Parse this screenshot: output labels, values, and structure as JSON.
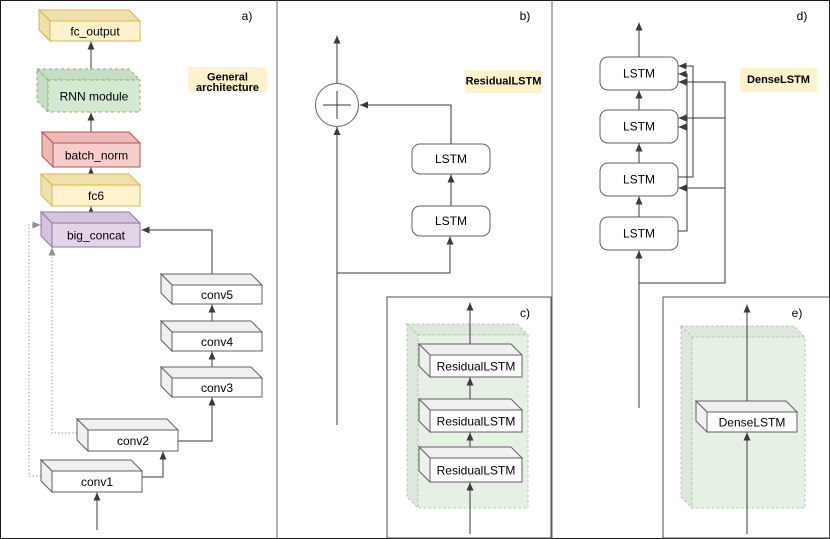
{
  "figure": {
    "panel_a": {
      "tag": "a)",
      "title_line1": "General",
      "title_line2": "architecture",
      "fc_output": "fc_output",
      "rnn_module": "RNN module",
      "batch_norm": "batch_norm",
      "fc6": "fc6",
      "big_concat": "big_concat",
      "conv5": "conv5",
      "conv4": "conv4",
      "conv3": "conv3",
      "conv2": "conv2",
      "conv1": "conv1"
    },
    "panel_b": {
      "tag": "b)",
      "title": "ResidualLSTM",
      "lstm_upper": "LSTM",
      "lstm_lower": "LSTM"
    },
    "panel_c": {
      "tag": "c)",
      "stack_top": "ResidualLSTM",
      "stack_middle": "ResidualLSTM",
      "stack_bottom": "ResidualLSTM"
    },
    "panel_d": {
      "tag": "d)",
      "title": "DenseLSTM",
      "lstm_4": "LSTM",
      "lstm_3": "LSTM",
      "lstm_2": "LSTM",
      "lstm_1": "LSTM"
    },
    "panel_e": {
      "tag": "e)",
      "module": "DenseLSTM"
    },
    "icons": {
      "sum_operator": "plus-circle"
    },
    "colors": {
      "label_highlight": "#FFF2CC",
      "yellow_fill": "#FFF2CC",
      "yellow_stroke": "#D6B656",
      "green_fill": "#D5E8D4",
      "green_stroke": "#82B366",
      "red_fill": "#F8CECC",
      "red_stroke": "#B85450",
      "purple_fill": "#E1D5E7",
      "purple_stroke": "#9673A6",
      "module_fill": "#FFFFFF",
      "module_stroke": "#616161",
      "group_fill": "#E7F0E5",
      "connector": "#3b3b3b",
      "dotted_connector": "#9e9e9e"
    }
  }
}
